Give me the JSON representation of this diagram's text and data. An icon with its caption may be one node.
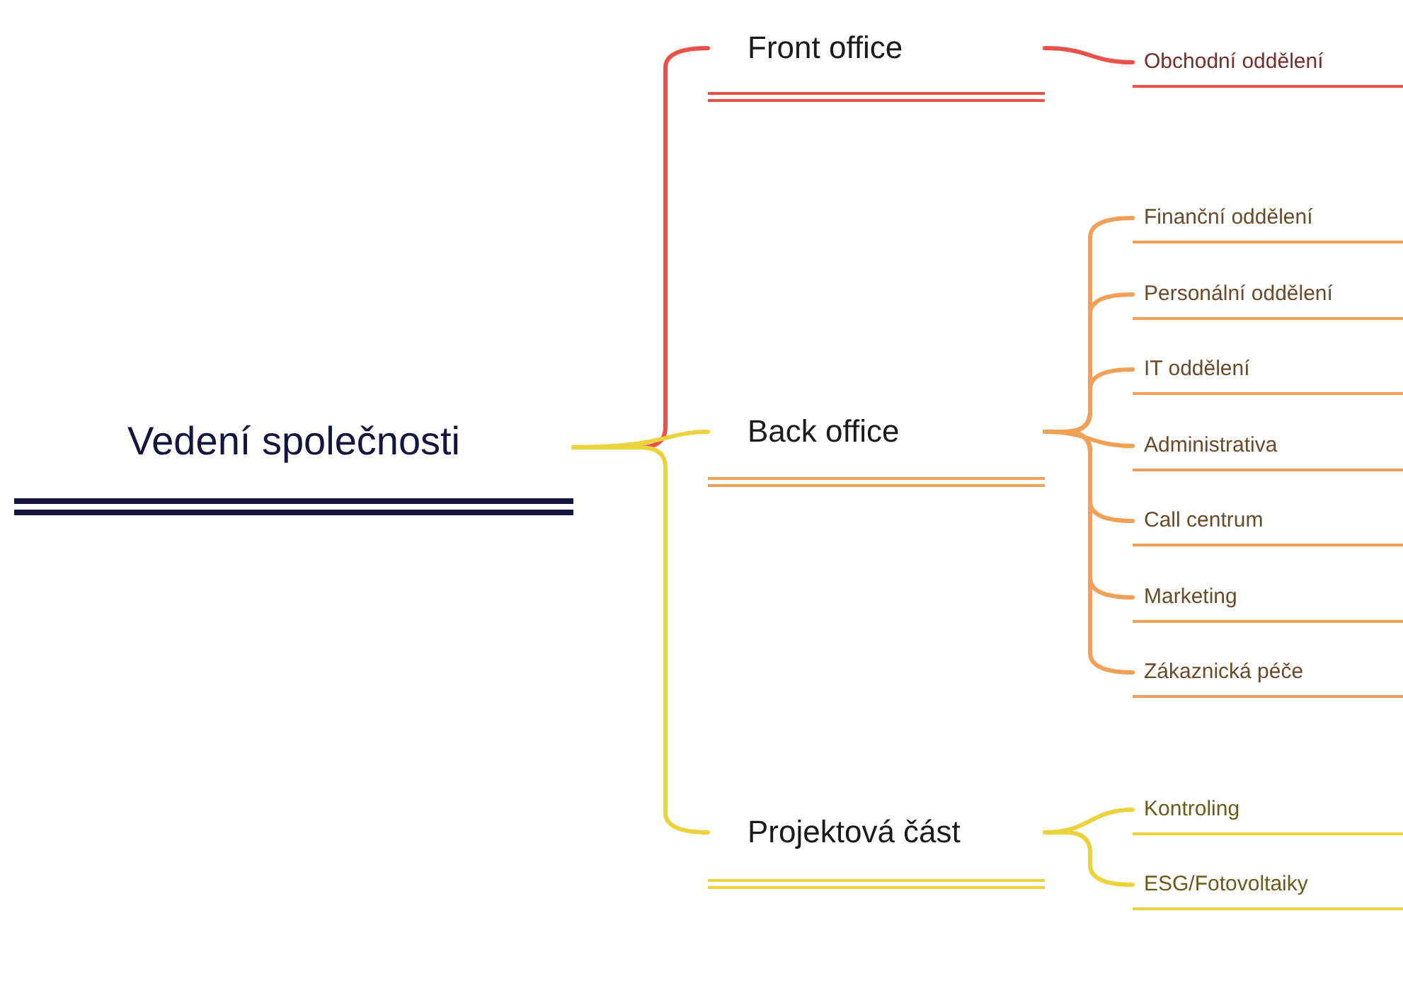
{
  "diagram": {
    "nodes": [
      {
        "text": [
          "Vedení společnosti"
        ]
      },
      {
        "text": [
          "Front office"
        ]
      },
      {
        "text": [
          "Back office"
        ]
      },
      {
        "text": [
          "Projektová část"
        ]
      },
      {
        "text": [
          "Obchodní oddělení"
        ]
      },
      {
        "text": [
          "Finanční oddělení"
        ]
      },
      {
        "text": [
          "Personální oddělení"
        ]
      },
      {
        "text": [
          "IT oddělení"
        ]
      },
      {
        "text": [
          "Administrativa"
        ]
      },
      {
        "text": [
          "Call centrum"
        ]
      },
      {
        "text": [
          "Marketing"
        ]
      },
      {
        "text": [
          "Zákaznická péče"
        ]
      },
      {
        "text": [
          "Kontroling"
        ]
      },
      {
        "text": [
          "ESG/Fotovoltaiky"
        ]
      }
    ],
    "edges": [
      {
        "from": 0,
        "to": 1,
        "arrow": "none",
        "color": "#e8524a"
      },
      {
        "from": 0,
        "to": 2,
        "arrow": "none",
        "color": "#ecd23c"
      },
      {
        "from": 0,
        "to": 3,
        "arrow": "none",
        "color": "#ecd23c"
      },
      {
        "from": 1,
        "to": 4,
        "arrow": "none",
        "color": "#e8524a"
      },
      {
        "from": 2,
        "to": 5,
        "arrow": "none",
        "color": "#f0a058"
      },
      {
        "from": 2,
        "to": 6,
        "arrow": "none",
        "color": "#f0a058"
      },
      {
        "from": 2,
        "to": 7,
        "arrow": "none",
        "color": "#f0a058"
      },
      {
        "from": 2,
        "to": 8,
        "arrow": "none",
        "color": "#f0a058"
      },
      {
        "from": 2,
        "to": 9,
        "arrow": "none",
        "color": "#f0a058"
      },
      {
        "from": 2,
        "to": 10,
        "arrow": "none",
        "color": "#f0a058"
      },
      {
        "from": 2,
        "to": 11,
        "arrow": "none",
        "color": "#f0a058"
      },
      {
        "from": 3,
        "to": 12,
        "arrow": "none",
        "color": "#ecd23c"
      },
      {
        "from": 3,
        "to": 13,
        "arrow": "none",
        "color": "#ecd23c"
      }
    ]
  }
}
